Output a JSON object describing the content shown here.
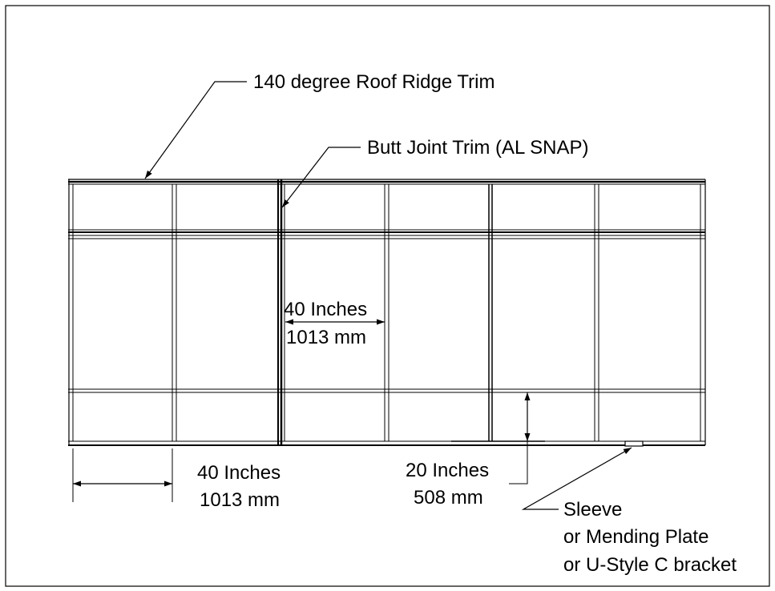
{
  "labels": {
    "ridge_trim": "140 degree Roof Ridge Trim",
    "butt_joint": "Butt Joint Trim (AL SNAP)",
    "span_inner_in": "40 Inches",
    "span_inner_mm": "1013 mm",
    "span_bottom_in": "40 Inches",
    "span_bottom_mm": "1013 mm",
    "height_in": "20 Inches",
    "height_mm": "508 mm",
    "sleeve_1": "Sleeve",
    "sleeve_2": "or Mending Plate",
    "sleeve_3": "or U-Style C bracket"
  },
  "colors": {
    "line": "#000000",
    "background": "#ffffff"
  }
}
